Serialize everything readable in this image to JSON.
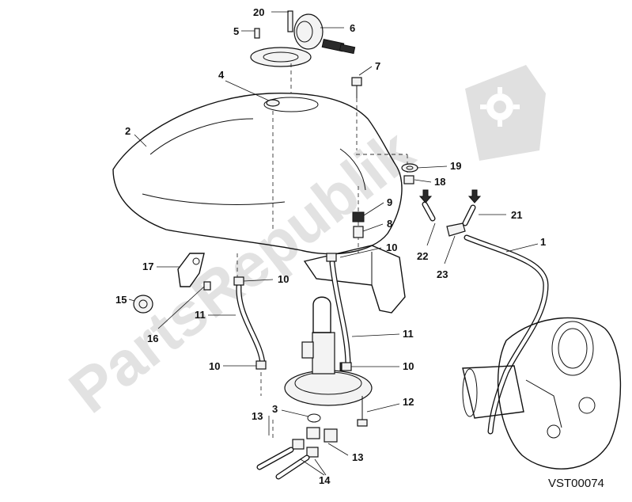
{
  "drawing_code": "VST00074",
  "watermark": "PartsRepublik",
  "callouts": {
    "c1": "1",
    "c2": "2",
    "c3": "3",
    "c4": "4",
    "c5": "5",
    "c6": "6",
    "c7": "7",
    "c8": "8",
    "c9": "9",
    "c10a": "10",
    "c10b": "10",
    "c10c": "10",
    "c10d": "10",
    "c11a": "11",
    "c11b": "11",
    "c12": "12",
    "c13a": "13",
    "c13b": "13",
    "c14": "14",
    "c15": "15",
    "c16": "16",
    "c17": "17",
    "c18": "18",
    "c19": "19",
    "c20": "20",
    "c21": "21",
    "c22": "22",
    "c23": "23"
  },
  "icons": {
    "watermark_logo": "gear-flag-icon",
    "flow_arrow": "arrow-down-icon"
  },
  "colors": {
    "line": "#111111",
    "watermark": "#e2e2e2",
    "background": "#ffffff"
  }
}
